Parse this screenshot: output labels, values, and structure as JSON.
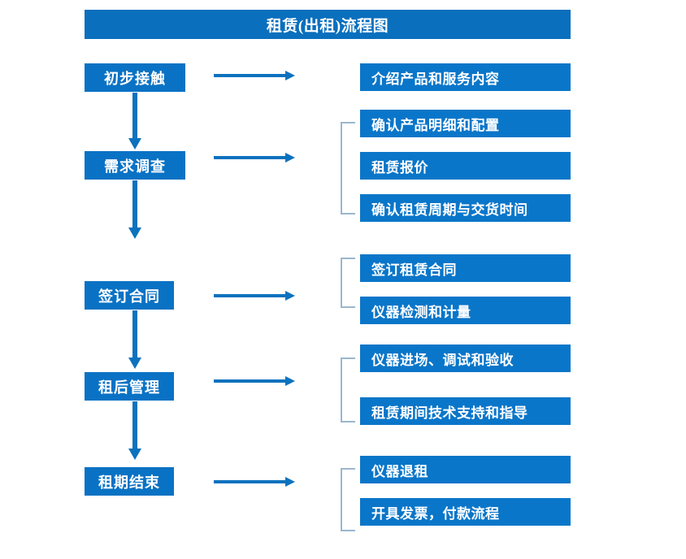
{
  "diagram": {
    "title": "租赁(出租)流程图",
    "colors": {
      "title_bar": "#0A6FBD",
      "stage_box": "#0A72C4",
      "task_box": "#0A76C9",
      "arrow": "#0C72BE",
      "bracket": "#9BB7CE",
      "text": "#FFFFFF",
      "background": "#FFFFFF"
    },
    "stages": [
      {
        "label": "初步接触",
        "tasks": [
          "介绍产品和服务内容"
        ]
      },
      {
        "label": "需求调查",
        "tasks": [
          "确认产品明细和配置",
          "租赁报价",
          "确认租赁周期与交货时间"
        ]
      },
      {
        "label": "签订合同",
        "tasks": [
          "签订租赁合同",
          "仪器检测和计量"
        ]
      },
      {
        "label": "租后管理",
        "tasks": [
          "仪器进场、调试和验收",
          "租赁期间技术支持和指导"
        ]
      },
      {
        "label": "租期结束",
        "tasks": [
          "仪器退租",
          "开具发票，付款流程"
        ]
      }
    ]
  }
}
